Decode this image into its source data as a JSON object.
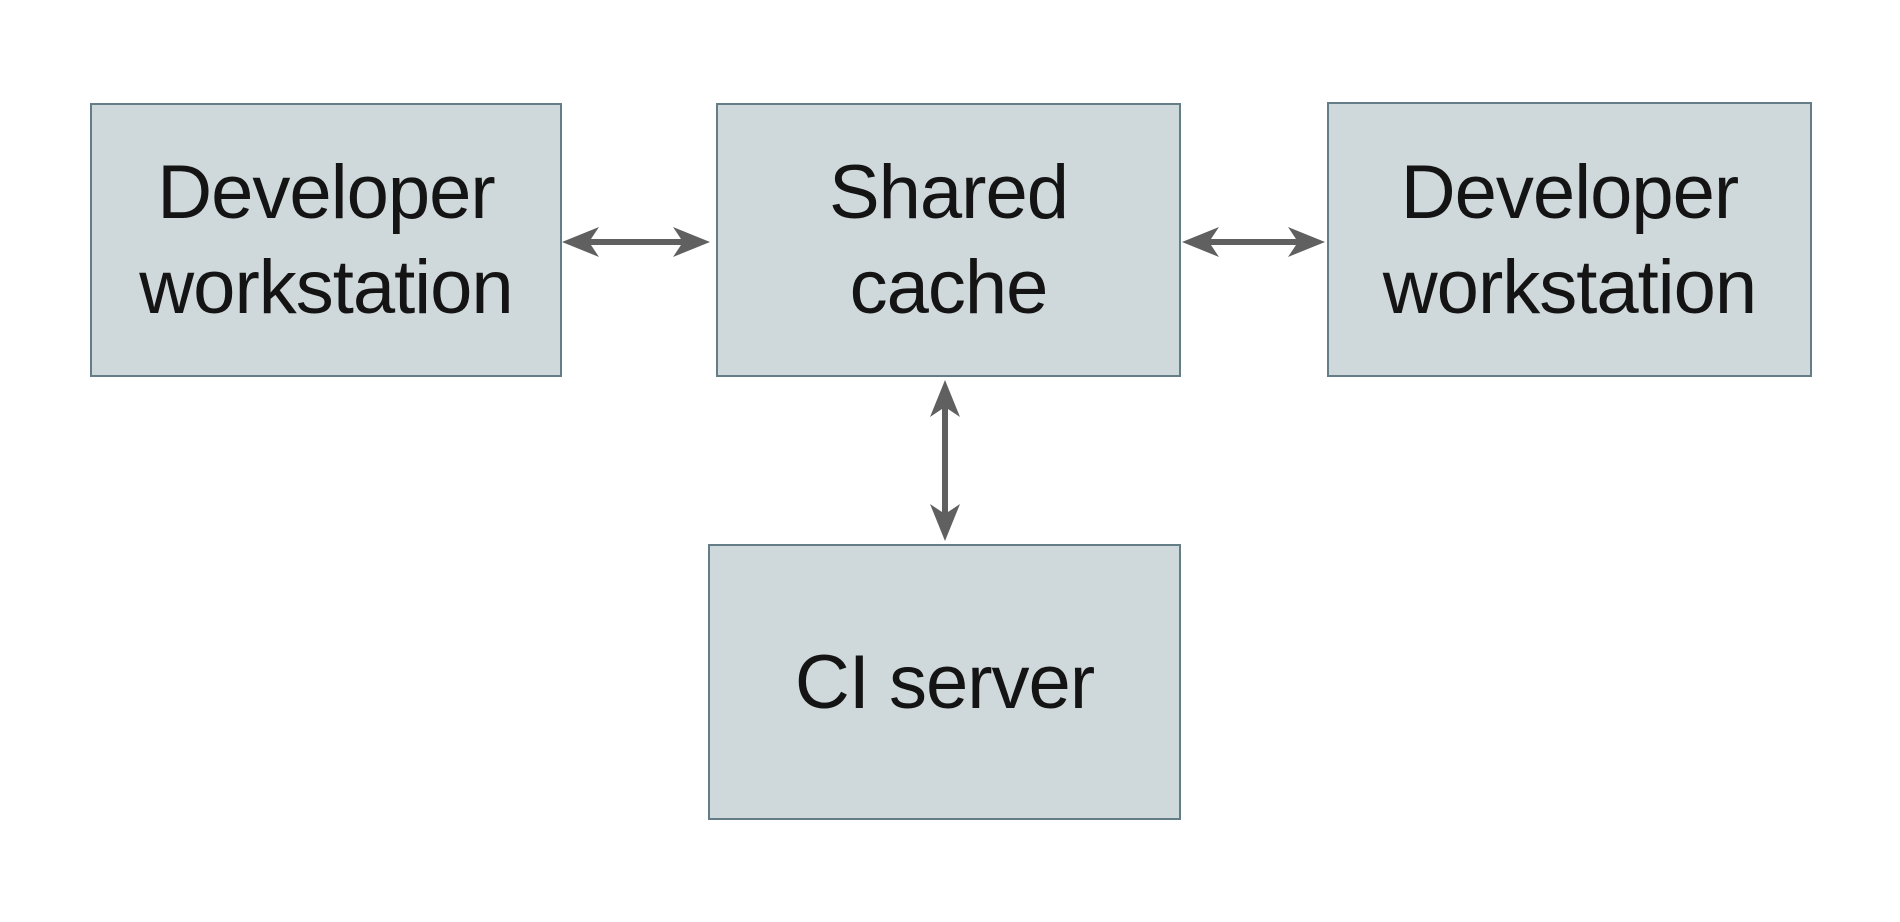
{
  "diagram": {
    "colors": {
      "background": "#ffffff",
      "box_fill": "#cfd8da",
      "box_border": "#647d87",
      "arrow_color": "#606060",
      "text_color": "#141414"
    },
    "nodes": {
      "developer_left": {
        "lines": [
          "Developer",
          "workstation"
        ]
      },
      "shared_cache": {
        "lines": [
          "Shared",
          "cache"
        ]
      },
      "developer_right": {
        "lines": [
          "Developer",
          "workstation"
        ]
      },
      "ci_server": {
        "lines": [
          "CI server"
        ]
      }
    },
    "edges": [
      {
        "from": "developer_left",
        "to": "shared_cache",
        "direction": "bidirectional"
      },
      {
        "from": "shared_cache",
        "to": "developer_right",
        "direction": "bidirectional"
      },
      {
        "from": "shared_cache",
        "to": "ci_server",
        "direction": "bidirectional"
      }
    ]
  }
}
